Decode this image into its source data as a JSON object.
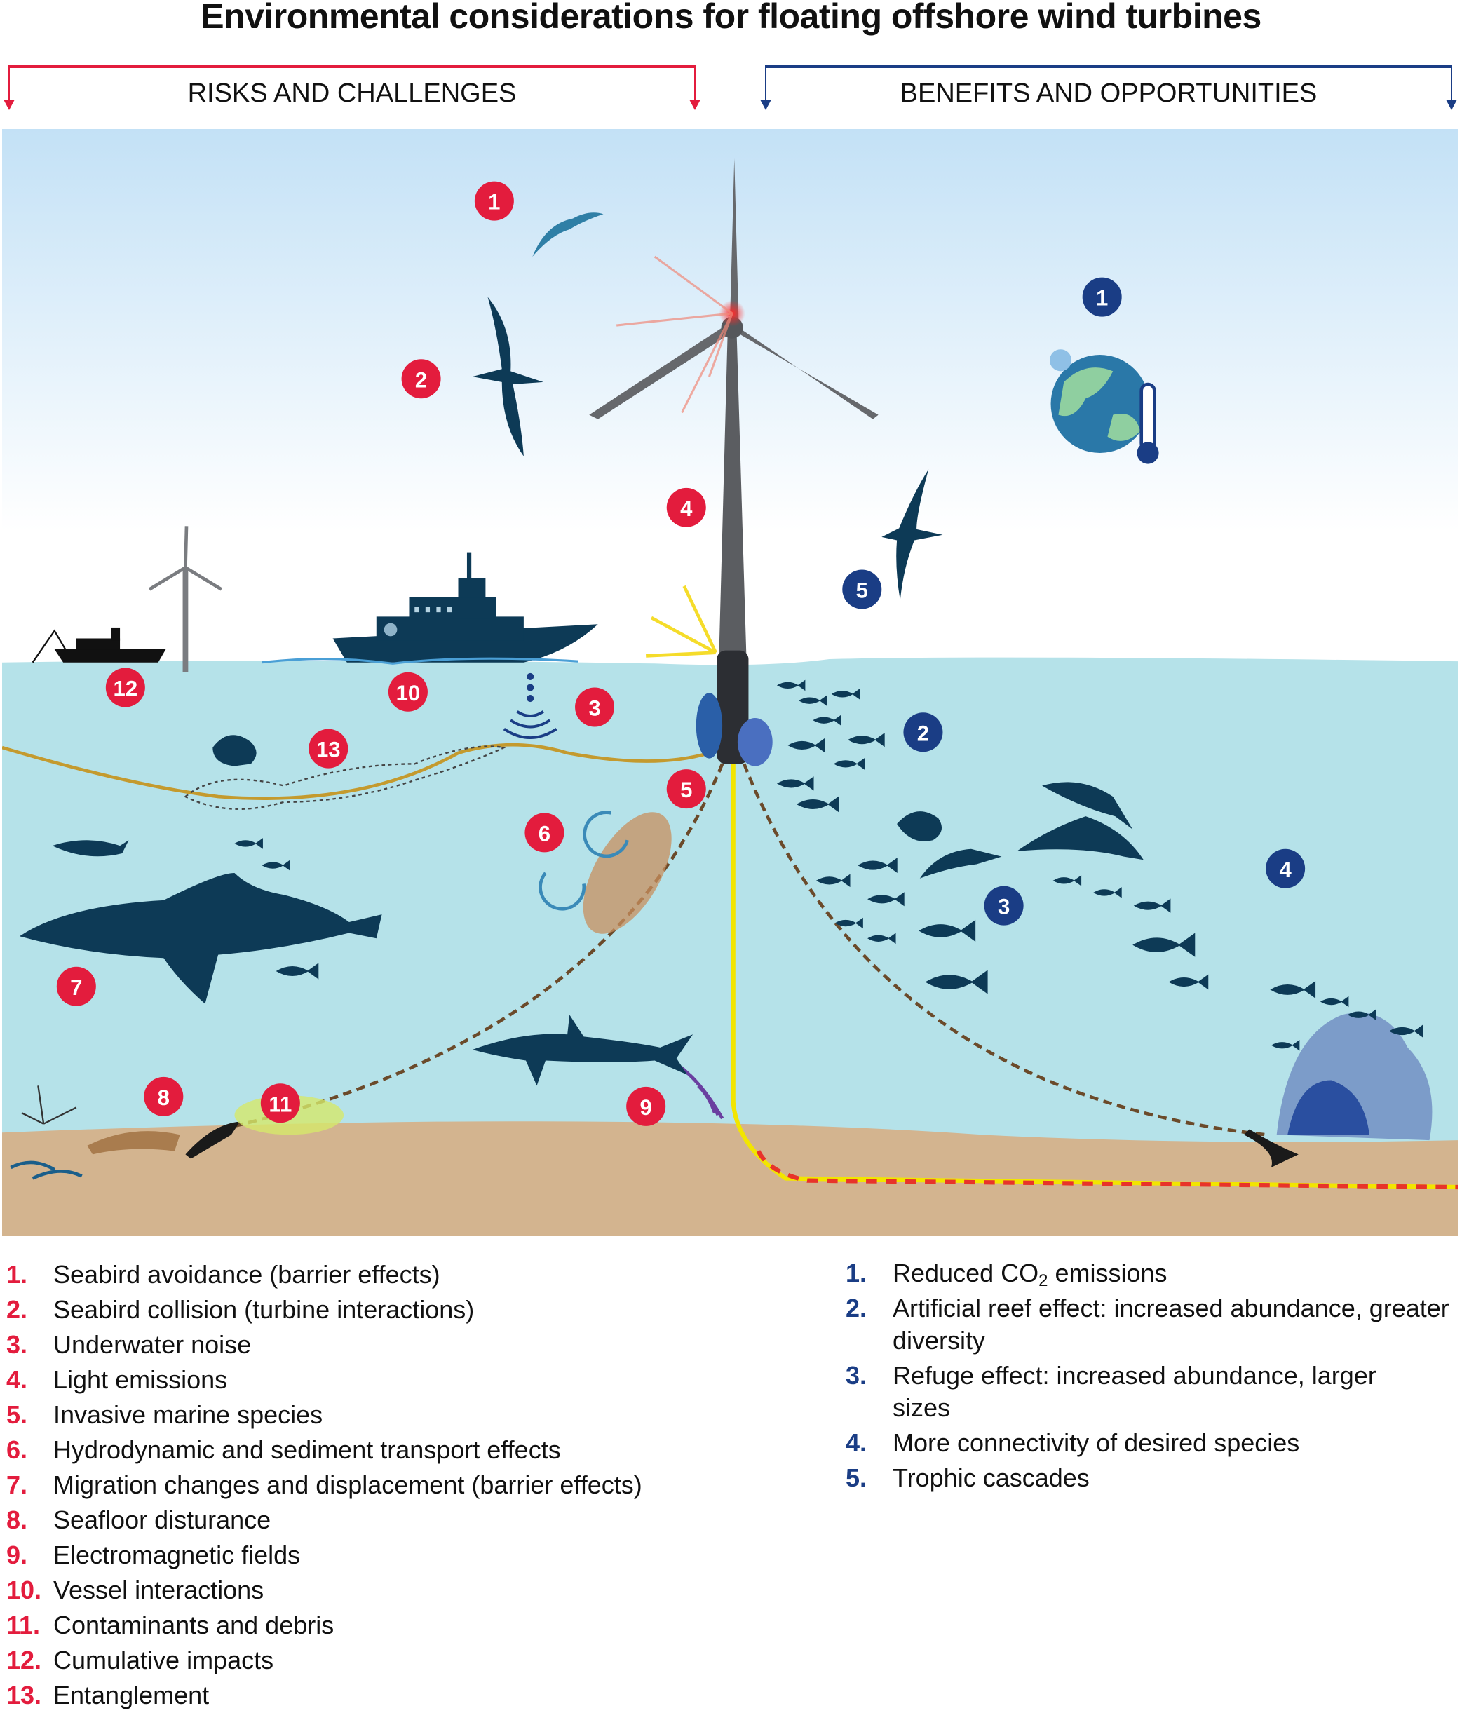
{
  "title": "Environmental considerations for floating offshore wind turbines",
  "headers": {
    "risks": "RISKS AND CHALLENGES",
    "benefits": "BENEFITS AND OPPORTUNITIES"
  },
  "colors": {
    "risk": "#e31c3d",
    "benefit": "#1a3d85",
    "sky": "#c3e1f6",
    "water": "#b5e2e9",
    "seabed": "#d3b48f",
    "silhouette": "#0d3a56"
  },
  "scene": {
    "risk_badges": [
      "1",
      "2",
      "3",
      "4",
      "5",
      "6",
      "7",
      "8",
      "9",
      "10",
      "11",
      "12",
      "13"
    ],
    "benefit_badges": [
      "1",
      "2",
      "3",
      "4",
      "5"
    ]
  },
  "risks": [
    {
      "num": "1.",
      "text": "Seabird avoidance (barrier effects)"
    },
    {
      "num": "2.",
      "text": "Seabird collision (turbine interactions)"
    },
    {
      "num": "3.",
      "text": "Underwater noise"
    },
    {
      "num": "4.",
      "text": "Light emissions"
    },
    {
      "num": "5.",
      "text": "Invasive marine species"
    },
    {
      "num": "6.",
      "text": "Hydrodynamic and sediment transport effects"
    },
    {
      "num": "7.",
      "text": "Migration changes and displacement (barrier effects)"
    },
    {
      "num": "8.",
      "text": "Seafloor disturance"
    },
    {
      "num": "9.",
      "text": "Electromagnetic fields"
    },
    {
      "num": "10.",
      "text": "Vessel interactions"
    },
    {
      "num": "11.",
      "text": "Contaminants and debris"
    },
    {
      "num": "12.",
      "text": "Cumulative impacts"
    },
    {
      "num": "13.",
      "text": "Entanglement"
    }
  ],
  "benefits": [
    {
      "num": "1.",
      "text_pre": "Reduced CO",
      "text_sub": "2",
      "text_post": " emissions"
    },
    {
      "num": "2.",
      "text": "Artificial reef effect: increased abundance, greater diversity"
    },
    {
      "num": "3.",
      "text": "Refuge effect: increased abundance, larger sizes"
    },
    {
      "num": "4.",
      "text": "More connectivity of desired species"
    },
    {
      "num": "5.",
      "text": "Trophic cascades"
    }
  ]
}
